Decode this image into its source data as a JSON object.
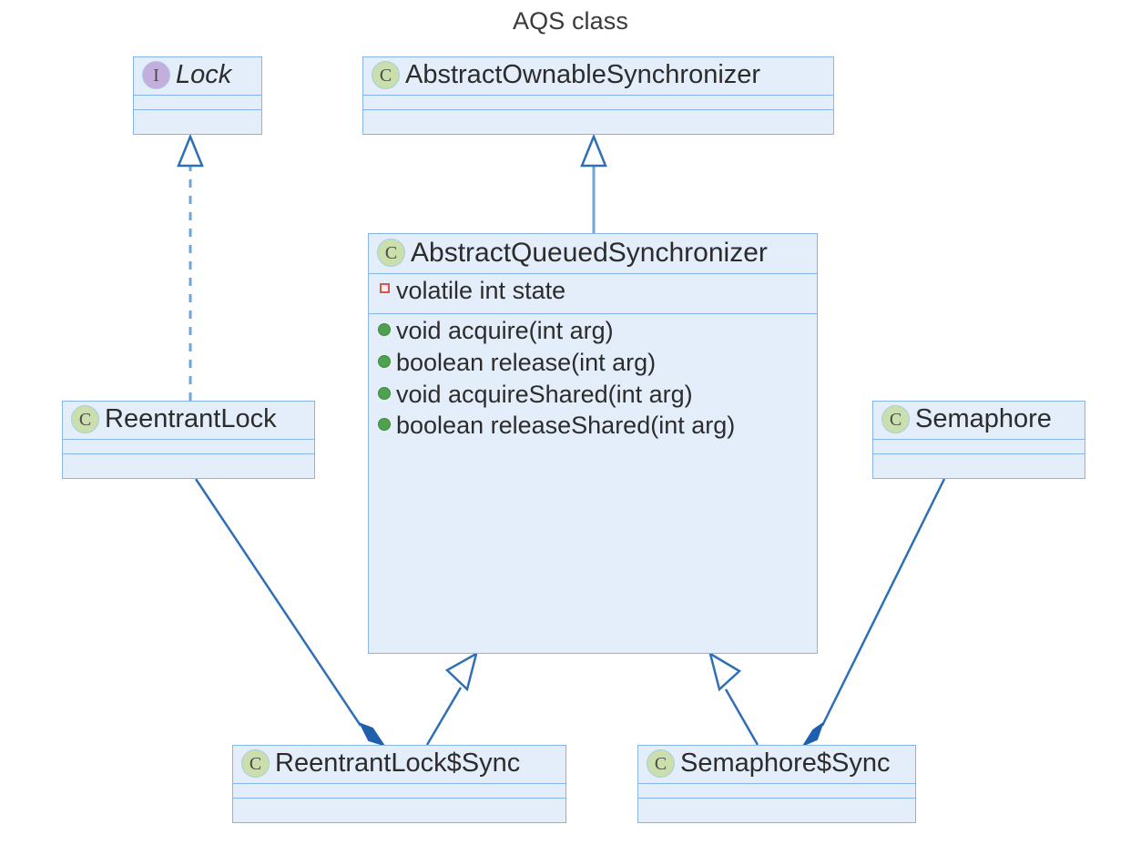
{
  "diagram": {
    "title": "AQS class",
    "type": "uml-class-diagram",
    "colors": {
      "box_fill": "#e4eefb",
      "box_border": "#86b6e8",
      "edge": "#2f6fb5",
      "class_stereotype_fill": "#cbdfac",
      "interface_stereotype_fill": "#c3aede",
      "field_glyph": "#e0524a",
      "method_glyph": "#4fa14f",
      "text": "#2c2c2c"
    }
  },
  "classes": {
    "lock": {
      "name": "Lock",
      "stereotype": "I",
      "kind": "interface",
      "fields": [],
      "methods": []
    },
    "abstract_ownable_synchronizer": {
      "name": "AbstractOwnableSynchronizer",
      "stereotype": "C",
      "kind": "class",
      "fields": [],
      "methods": []
    },
    "abstract_queued_synchronizer": {
      "name": "AbstractQueuedSynchronizer",
      "stereotype": "C",
      "kind": "class",
      "fields": [
        {
          "glyph": "field",
          "text": "volatile int state"
        }
      ],
      "methods": [
        {
          "glyph": "method",
          "text": "void acquire(int arg)"
        },
        {
          "glyph": "method",
          "text": "boolean release(int arg)"
        },
        {
          "glyph": "method",
          "text": "void acquireShared(int arg)"
        },
        {
          "glyph": "method",
          "text": "boolean releaseShared(int arg)"
        }
      ]
    },
    "reentrant_lock": {
      "name": "ReentrantLock",
      "stereotype": "C",
      "kind": "class",
      "fields": [],
      "methods": []
    },
    "semaphore": {
      "name": "Semaphore",
      "stereotype": "C",
      "kind": "class",
      "fields": [],
      "methods": []
    },
    "reentrant_lock_sync": {
      "name": "ReentrantLock$Sync",
      "stereotype": "C",
      "kind": "class",
      "fields": [],
      "methods": []
    },
    "semaphore_sync": {
      "name": "Semaphore$Sync",
      "stereotype": "C",
      "kind": "class",
      "fields": [],
      "methods": []
    }
  },
  "relations": [
    {
      "from": "ReentrantLock",
      "to": "Lock",
      "type": "realization",
      "style": "dashed",
      "arrow": "hollow-triangle"
    },
    {
      "from": "AbstractQueuedSynchronizer",
      "to": "AbstractOwnableSynchronizer",
      "type": "generalization",
      "style": "solid",
      "arrow": "hollow-triangle"
    },
    {
      "from": "ReentrantLock$Sync",
      "to": "AbstractQueuedSynchronizer",
      "type": "generalization",
      "style": "solid",
      "arrow": "hollow-triangle"
    },
    {
      "from": "Semaphore$Sync",
      "to": "AbstractQueuedSynchronizer",
      "type": "generalization",
      "style": "solid",
      "arrow": "hollow-triangle"
    },
    {
      "from": "ReentrantLock",
      "to": "ReentrantLock$Sync",
      "type": "composition",
      "style": "solid",
      "arrow": "filled-diamond"
    },
    {
      "from": "Semaphore",
      "to": "Semaphore$Sync",
      "type": "composition",
      "style": "solid",
      "arrow": "filled-diamond"
    }
  ]
}
